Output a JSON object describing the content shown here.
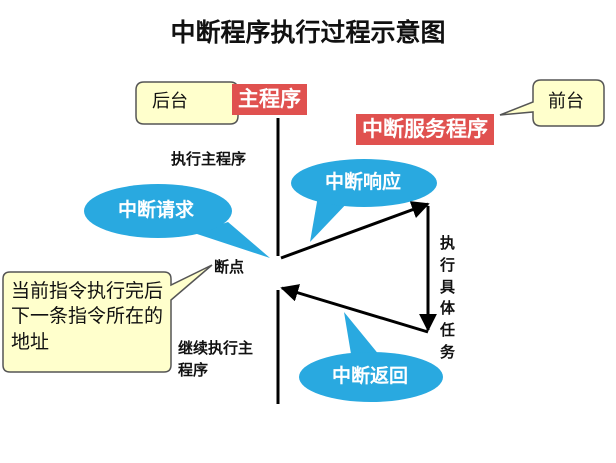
{
  "title": "中断程序执行过程示意图",
  "main_program": {
    "label": "主程序",
    "color": "#e0514f"
  },
  "isr": {
    "label": "中断服务程序",
    "color": "#e0514f"
  },
  "callouts": {
    "background": "后台",
    "foreground": "前台",
    "next_instruction": "当前指令执行完后下一条指令所在的地址"
  },
  "labels": {
    "execute_main": "执行主程序",
    "breakpoint": "断点",
    "execute_task": "执行具体任务",
    "continue_main": "继续执行主程序"
  },
  "bubbles": {
    "request": "中断请求",
    "response": "中断响应",
    "return": "中断返回",
    "color": "#29a9e0"
  }
}
